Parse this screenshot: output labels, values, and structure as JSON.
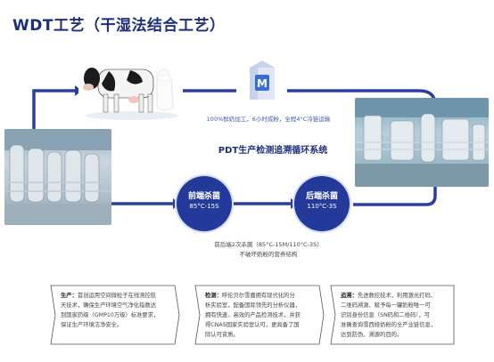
{
  "title": "WDT工艺（干湿法结合工艺）",
  "milk_box_letter": "M",
  "caption_top": "100%鲜奶加工，6小时成粉，全程4°C冷链运输",
  "system_title": "PDT生产检测追溯循环系统",
  "stages": [
    {
      "name": "前端杀菌",
      "temp": "85°C-15S"
    },
    {
      "name": "后端杀菌",
      "temp": "110°C-3S"
    }
  ],
  "caption_bottom": [
    "前后端2次杀菌（85°C-15M/110°C-3S）",
    "不破坏奶粉的营养结构"
  ],
  "cards": [
    {
      "label": "生产：",
      "lines": [
        "首创运用空间微粒子在线测控航",
        "天技术，确保生产环境空气净化指数达",
        "到国家药级（GMP10万级）标准要求，",
        "保证生产环境洁净安全。"
      ]
    },
    {
      "label": "检测：",
      "lines": [
        "呼伦贝尔雪嘉拥有现代化的分",
        "析实验室，配备国际领先的分析仪器，",
        "拥有快速、高效的产品检测技术，并获",
        "得CNAS国家实验室认可，更具备了国",
        "际认可资质。"
      ]
    },
    {
      "label": "追溯：",
      "lines": [
        "先进数控技术，利用激光打码、",
        "二维码溯源、赋予每一罐奶粉唯一可",
        "识别身份信息（SN码和二维码），可",
        "准确查询雪西娅奶粉的全产业链信息，",
        "达到防伪、溯源的目的。"
      ]
    }
  ],
  "colors": {
    "navy": "#243a9b",
    "title": "#1e2f7a",
    "line": "#2b3f9e"
  }
}
